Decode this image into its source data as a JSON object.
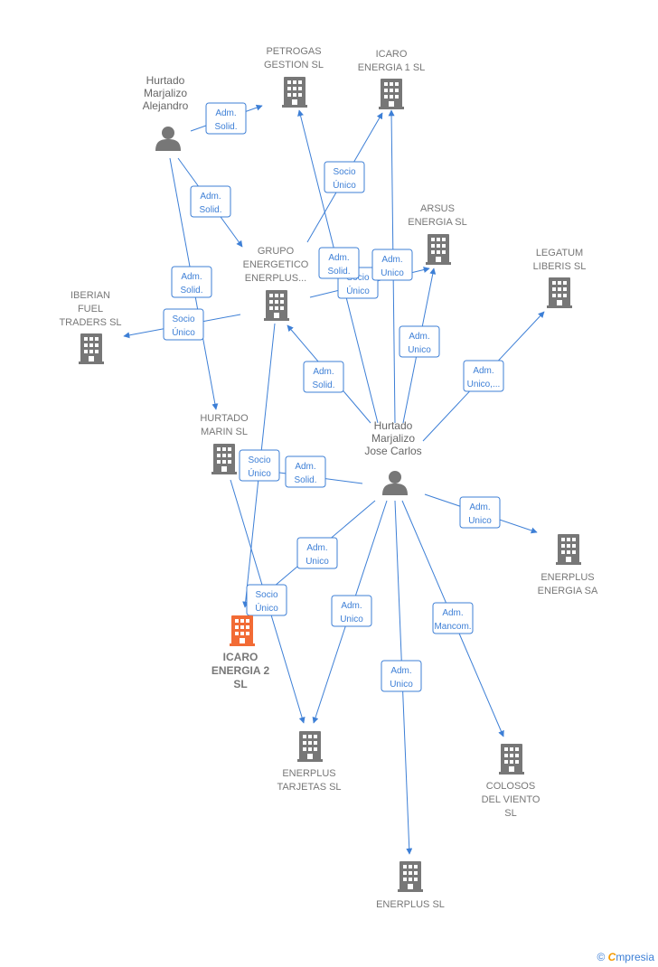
{
  "colors": {
    "edge": "#3d7fd6",
    "building": "#777777",
    "focus": "#f26b35",
    "person": "#777777"
  },
  "nodes": [
    {
      "id": "petrogas",
      "type": "company",
      "lines": [
        "PETROGAS",
        "GESTION  SL"
      ]
    },
    {
      "id": "icaro1",
      "type": "company",
      "lines": [
        "ICARO",
        "ENERGIA 1  SL"
      ]
    },
    {
      "id": "alejandro",
      "type": "person",
      "lines": [
        "Hurtado",
        "Marjalizo",
        "Alejandro"
      ]
    },
    {
      "id": "arsus",
      "type": "company",
      "lines": [
        "ARSUS",
        "ENERGIA  SL"
      ]
    },
    {
      "id": "legatum",
      "type": "company",
      "lines": [
        "LEGATUM",
        "LIBERIS  SL"
      ]
    },
    {
      "id": "grupo",
      "type": "company",
      "lines": [
        "GRUPO",
        "ENERGETICO",
        "ENERPLUS..."
      ]
    },
    {
      "id": "iberian",
      "type": "company",
      "lines": [
        "IBERIAN",
        "FUEL",
        "TRADERS  SL"
      ]
    },
    {
      "id": "hmarin",
      "type": "company",
      "lines": [
        "HURTADO",
        "MARIN SL"
      ]
    },
    {
      "id": "josecarlos",
      "type": "person",
      "lines": [
        "Hurtado",
        "Marjalizo",
        "Jose Carlos"
      ]
    },
    {
      "id": "enerplus_sa",
      "type": "company",
      "lines": [
        "ENERPLUS",
        "ENERGIA SA"
      ]
    },
    {
      "id": "icaro2",
      "type": "focus",
      "lines": [
        "ICARO",
        "ENERGIA 2",
        "SL"
      ]
    },
    {
      "id": "tarjetas",
      "type": "company",
      "lines": [
        "ENERPLUS",
        "TARJETAS  SL"
      ]
    },
    {
      "id": "colosos",
      "type": "company",
      "lines": [
        "COLOSOS",
        "DEL VIENTO",
        "SL"
      ]
    },
    {
      "id": "enerplus_sl",
      "type": "company",
      "lines": [
        "ENERPLUS SL"
      ]
    }
  ],
  "edges": [
    {
      "from": "alejandro",
      "to": "petrogas",
      "lines": [
        "Adm.",
        "Solid."
      ]
    },
    {
      "from": "alejandro",
      "to": "grupo",
      "lines": [
        "Adm.",
        "Solid."
      ]
    },
    {
      "from": "alejandro",
      "to": "hmarin",
      "lines": [
        "Adm.",
        "Solid."
      ]
    },
    {
      "from": "grupo",
      "to": "icaro1",
      "lines": [
        "Socio",
        "Único"
      ]
    },
    {
      "from": "grupo",
      "to": "iberian",
      "lines": [
        "Socio",
        "Único"
      ]
    },
    {
      "from": "grupo",
      "to": "arsus",
      "lines": [
        "Socio",
        "Único"
      ]
    },
    {
      "from": "grupo",
      "to": "icaro2",
      "lines": [
        "Socio",
        "Único"
      ]
    },
    {
      "from": "josecarlos",
      "to": "petrogas",
      "lines": [
        "Adm.",
        "Solid."
      ]
    },
    {
      "from": "josecarlos",
      "to": "icaro1",
      "lines": [
        "Adm.",
        "Unico"
      ]
    },
    {
      "from": "josecarlos",
      "to": "arsus",
      "lines": [
        "Adm.",
        "Unico"
      ]
    },
    {
      "from": "josecarlos",
      "to": "legatum",
      "lines": [
        "Adm.",
        "Unico,..."
      ]
    },
    {
      "from": "josecarlos",
      "to": "grupo",
      "lines": [
        "Adm.",
        "Solid."
      ]
    },
    {
      "from": "josecarlos",
      "to": "hmarin",
      "lines": [
        "Adm.",
        "Solid."
      ]
    },
    {
      "from": "josecarlos",
      "to": "enerplus_sa",
      "lines": [
        "Adm.",
        "Unico"
      ]
    },
    {
      "from": "josecarlos",
      "to": "icaro2",
      "lines": [
        "Adm.",
        "Unico"
      ]
    },
    {
      "from": "josecarlos",
      "to": "tarjetas",
      "lines": [
        "Adm.",
        "Unico"
      ]
    },
    {
      "from": "josecarlos",
      "to": "enerplus_sl",
      "lines": [
        "Adm.",
        "Unico"
      ]
    },
    {
      "from": "josecarlos",
      "to": "colosos",
      "lines": [
        "Adm.",
        "Mancom."
      ]
    },
    {
      "from": "hmarin",
      "to": "tarjetas",
      "lines": [
        "Socio",
        "Único"
      ]
    }
  ],
  "footer": {
    "copyright": "©",
    "brand_first": "C",
    "brand_rest": "mpresia"
  }
}
